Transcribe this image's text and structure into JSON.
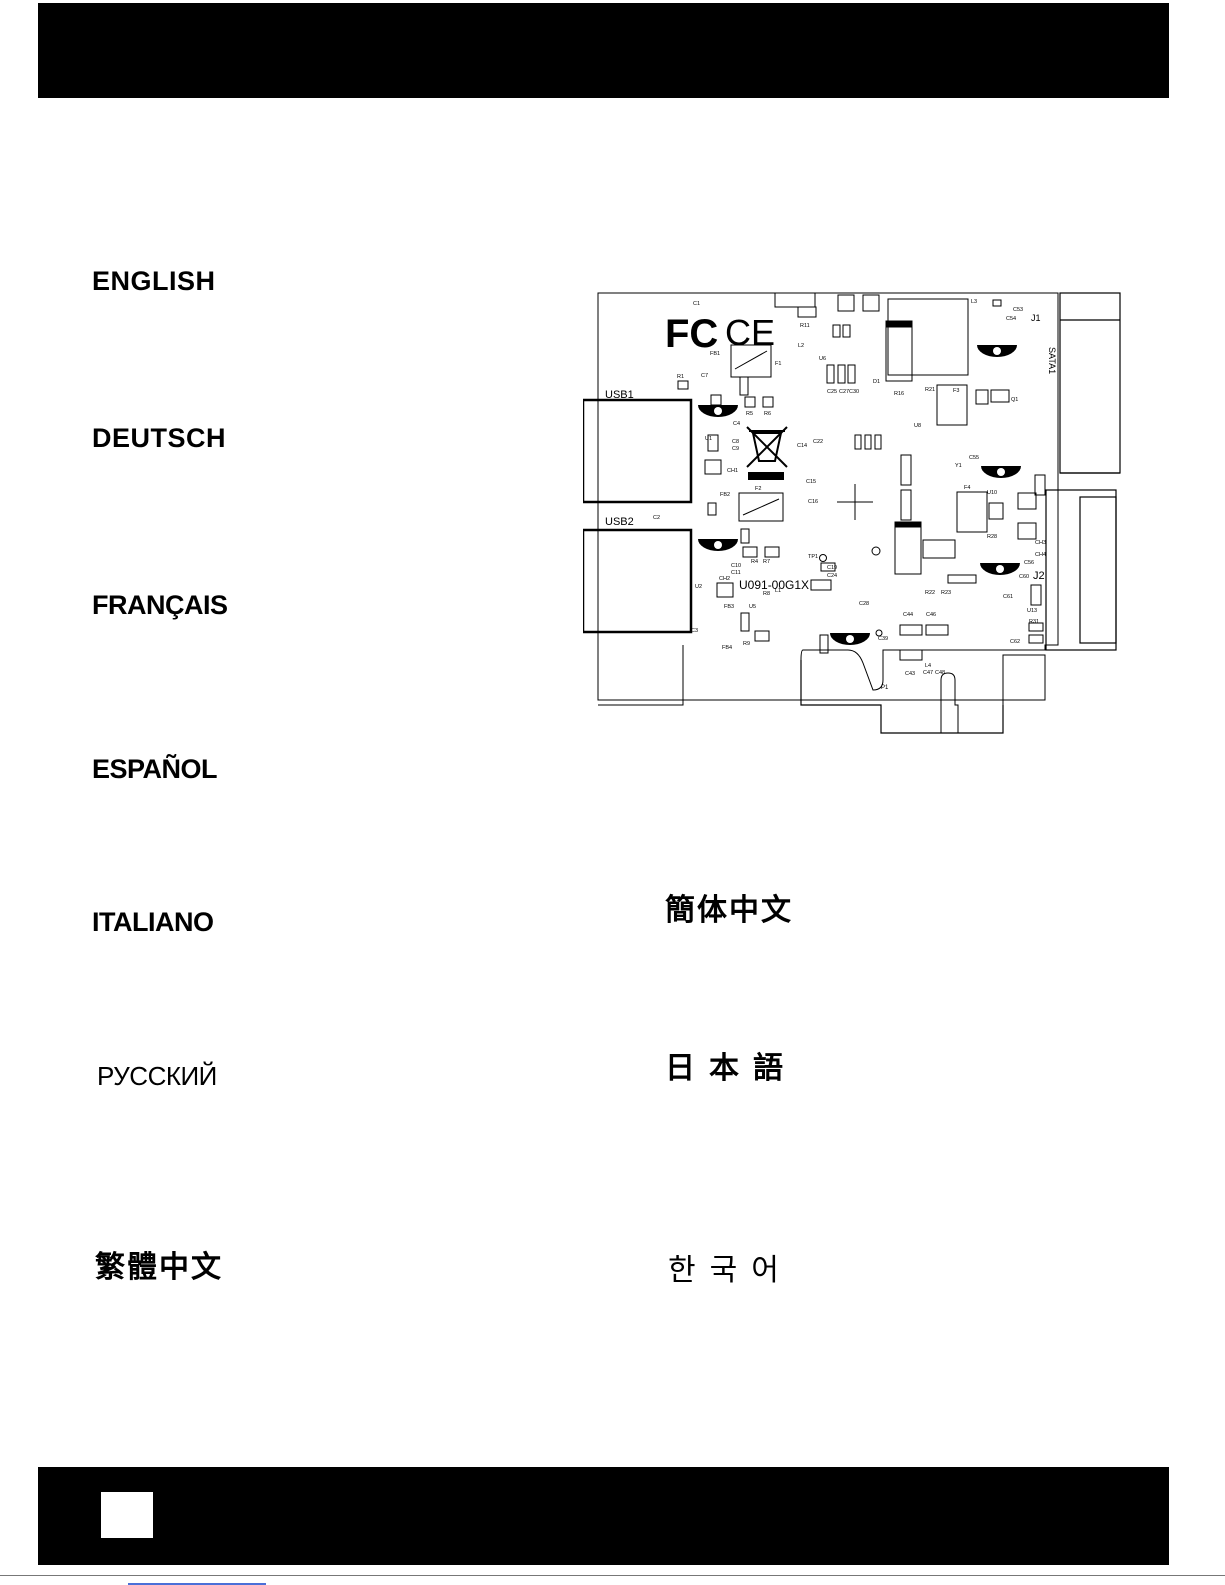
{
  "languages_left": [
    "ENGLISH",
    "DEUTSCH",
    "FRANÇAIS",
    "ESPAÑOL",
    "ITALIANO",
    "РУССКИЙ",
    "繁體中文"
  ],
  "languages_right": [
    "簡体中文",
    "日本語",
    "한국어"
  ],
  "diagram": {
    "logos": {
      "fcc": "FC",
      "ce": "CE"
    },
    "port_labels": {
      "usb1": "USB1",
      "usb2": "USB2",
      "sata": "SATA1",
      "j1": "J1",
      "j2": "J2",
      "p1": "P1"
    },
    "board_marking": "U091-00G1X",
    "component_labels": [
      "C1",
      "L2",
      "FB1",
      "F1",
      "R1",
      "C7",
      "R5",
      "R6",
      "C4",
      "U1",
      "C8",
      "C9",
      "CH1",
      "FB2",
      "F2",
      "C2",
      "C11",
      "C10",
      "R4",
      "R7",
      "U2",
      "CH2",
      "FB3",
      "U5",
      "R8",
      "L1",
      "R9",
      "FB4",
      "C3",
      "U6",
      "C25",
      "C27",
      "C30",
      "D1",
      "R11",
      "L3",
      "C53",
      "C54",
      "R16",
      "R21",
      "F3",
      "Q1",
      "U8",
      "Y1",
      "C55",
      "F4",
      "U10",
      "R28",
      "CH3",
      "CH4",
      "C56",
      "C60",
      "C61",
      "U13",
      "R31",
      "C62",
      "C44",
      "C46",
      "C43",
      "C47",
      "C48",
      "L4",
      "C28",
      "C39",
      "R22",
      "R23",
      "TP1",
      "C24",
      "C19",
      "C15",
      "C16",
      "C14",
      "C22"
    ]
  }
}
